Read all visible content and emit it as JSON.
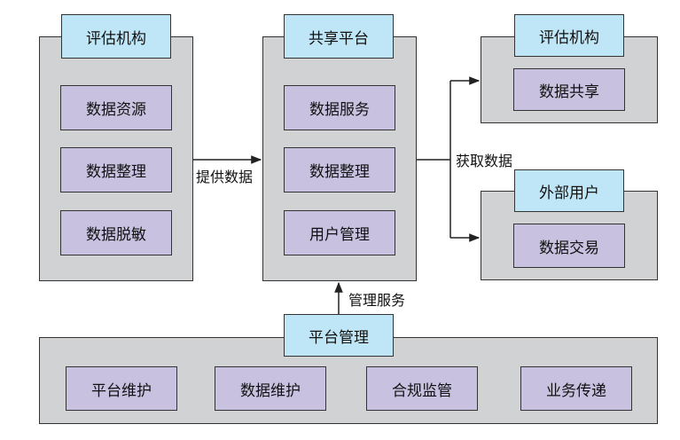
{
  "left_panel": {
    "title": "评估机构",
    "items": [
      "数据资源",
      "数据整理",
      "数据脱敏"
    ]
  },
  "center_panel": {
    "title": "共享平台",
    "items": [
      "数据服务",
      "数据整理",
      "用户管理"
    ]
  },
  "right_top_panel": {
    "title": "评估机构",
    "items": [
      "数据共享"
    ]
  },
  "right_bottom_panel": {
    "title": "外部用户",
    "items": [
      "数据交易"
    ]
  },
  "bottom_panel": {
    "title": "平台管理",
    "items": [
      "平台维护",
      "数据维护",
      "合规监管",
      "业务传递"
    ]
  },
  "edges": {
    "provide_data": "提供数据",
    "get_data": "获取数据",
    "manage_service": "管理服务"
  },
  "colors": {
    "panel_fill": "#d1d2d4",
    "title_fill": "#bfe6f6",
    "item_fill": "#c8c2e0",
    "border": "#333333"
  }
}
